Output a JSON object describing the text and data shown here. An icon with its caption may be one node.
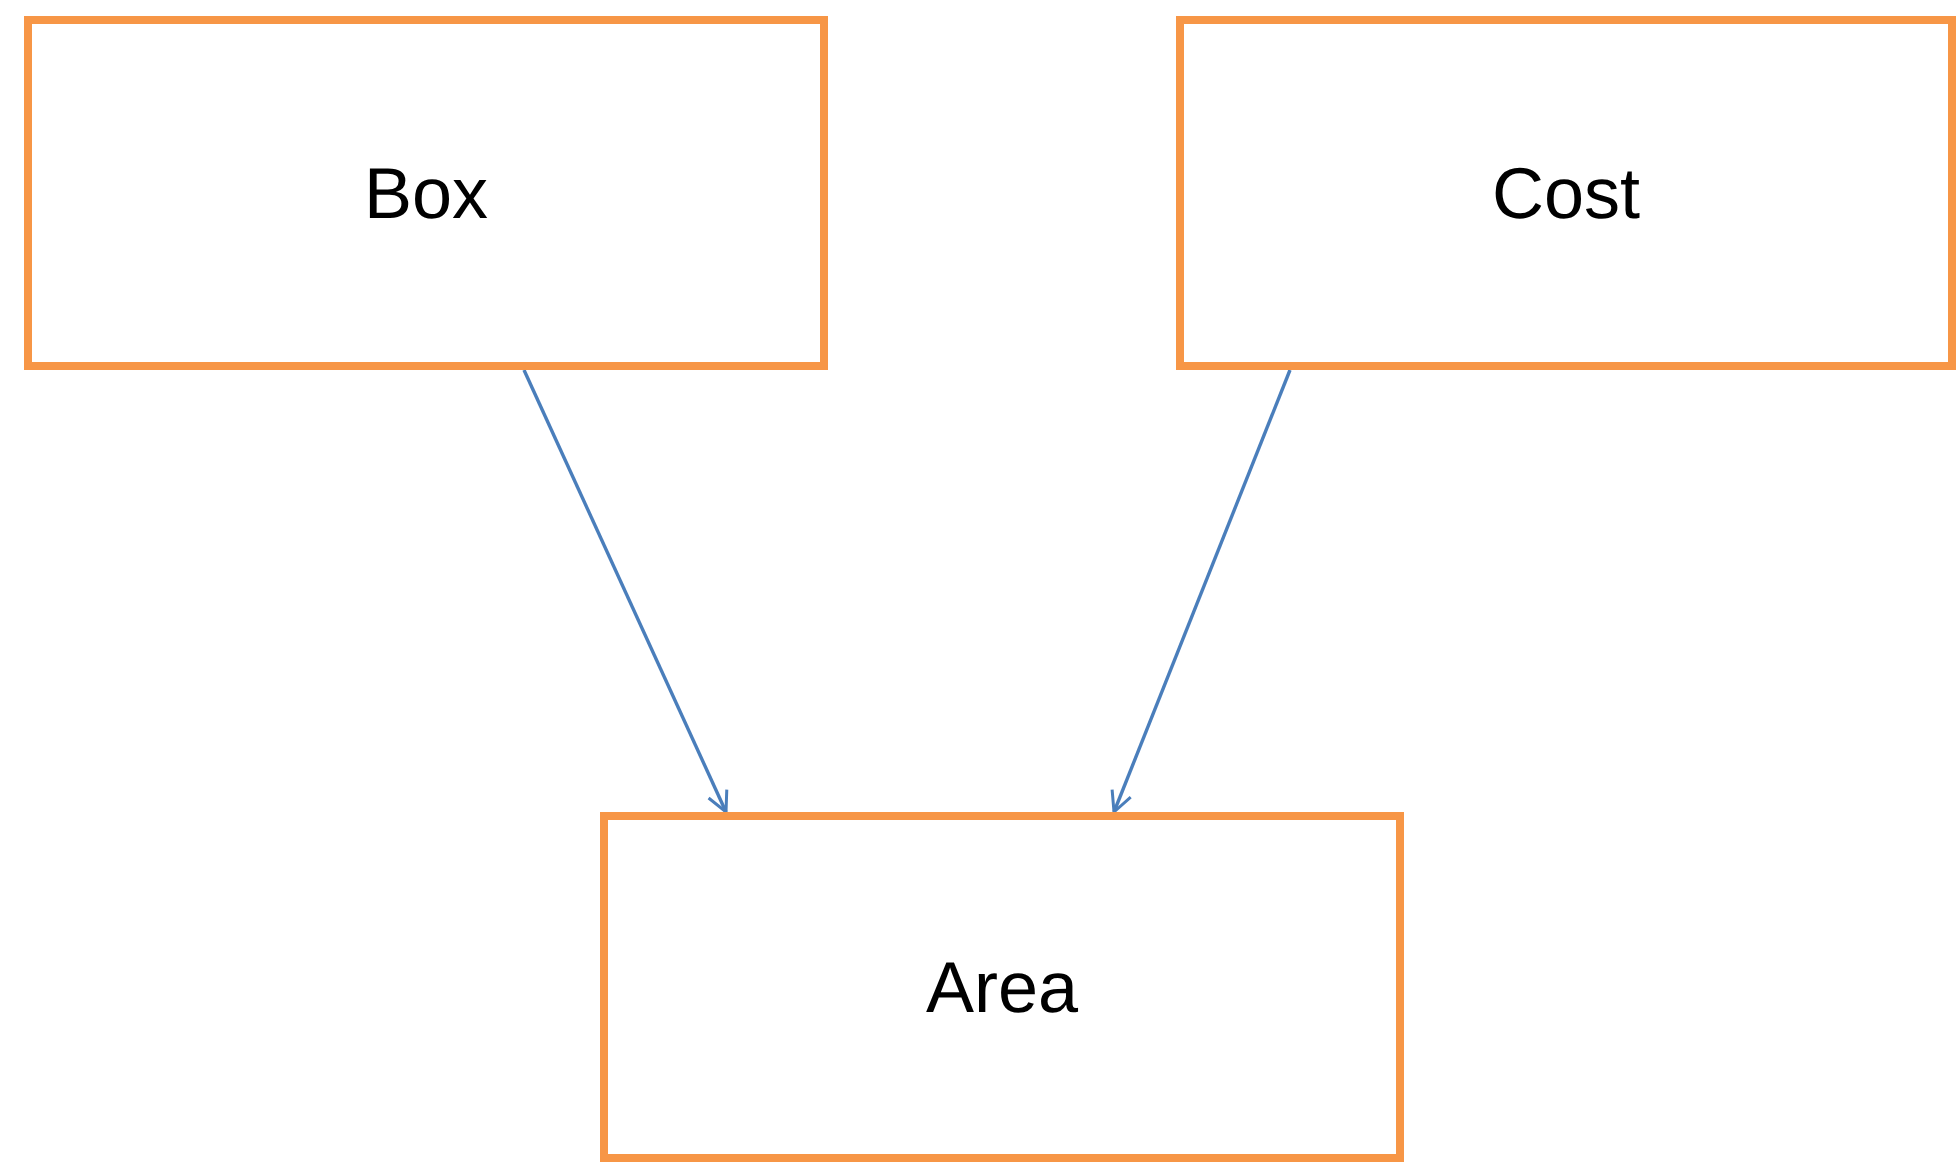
{
  "diagram": {
    "nodes": [
      {
        "text": [
          "Box"
        ]
      },
      {
        "text": [
          "Cost"
        ]
      },
      {
        "text": [
          "Area"
        ]
      }
    ],
    "edges": [
      {
        "from": 0,
        "to": 2,
        "arrow": "to"
      },
      {
        "from": 1,
        "to": 2,
        "arrow": "to"
      }
    ]
  }
}
